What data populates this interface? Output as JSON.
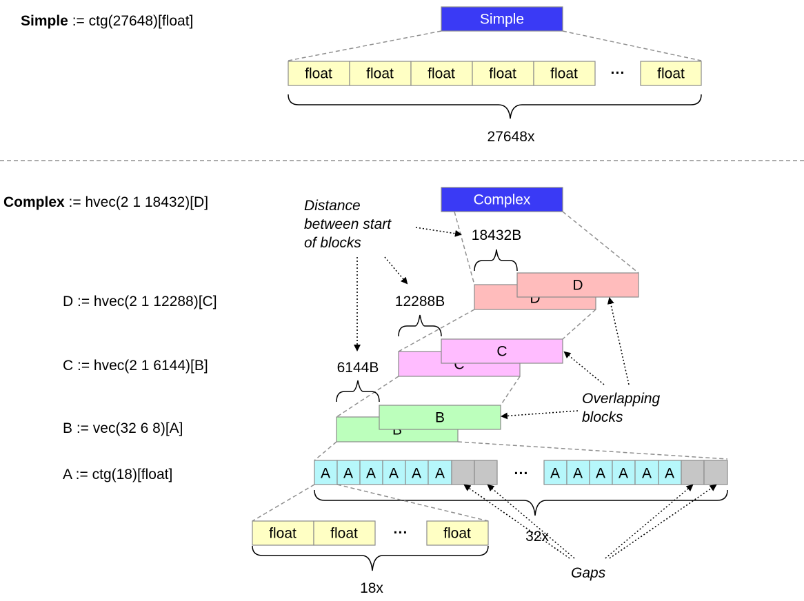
{
  "definitions": {
    "simple": {
      "name": "Simple",
      "expr": " := ctg(27648)[float]"
    },
    "complex": {
      "name": "Complex",
      "expr": " := hvec(2 1 18432)[D]"
    },
    "d": "D := hvec(2 1 12288)[C]",
    "c": "C := hvec(2 1 6144)[B]",
    "b": "B := vec(32 6 8)[A]",
    "a": "A := ctg(18)[float]"
  },
  "boxes": {
    "simple_title": "Simple",
    "complex_title": "Complex",
    "float": "float",
    "ellipsis": "···",
    "d": "D",
    "c": "C",
    "b": "B",
    "a": "A"
  },
  "counts": {
    "simple": "27648x",
    "a_blocks": "32x",
    "floats": "18x"
  },
  "strides": {
    "complex": "18432B",
    "d": "12288B",
    "c": "6144B"
  },
  "annotations": {
    "distance": [
      "Distance",
      "between start",
      "of blocks"
    ],
    "overlapping": [
      "Overlapping",
      "blocks"
    ],
    "gaps": "Gaps"
  },
  "colors": {
    "title_box": "#3a3af5",
    "float_box": "#ffffc4",
    "d_box": "#ffbcbc",
    "c_box": "#ffbcff",
    "b_box": "#bcffbc",
    "a_box": "#b6f7fb",
    "gap_box": "#c6c6c6"
  }
}
